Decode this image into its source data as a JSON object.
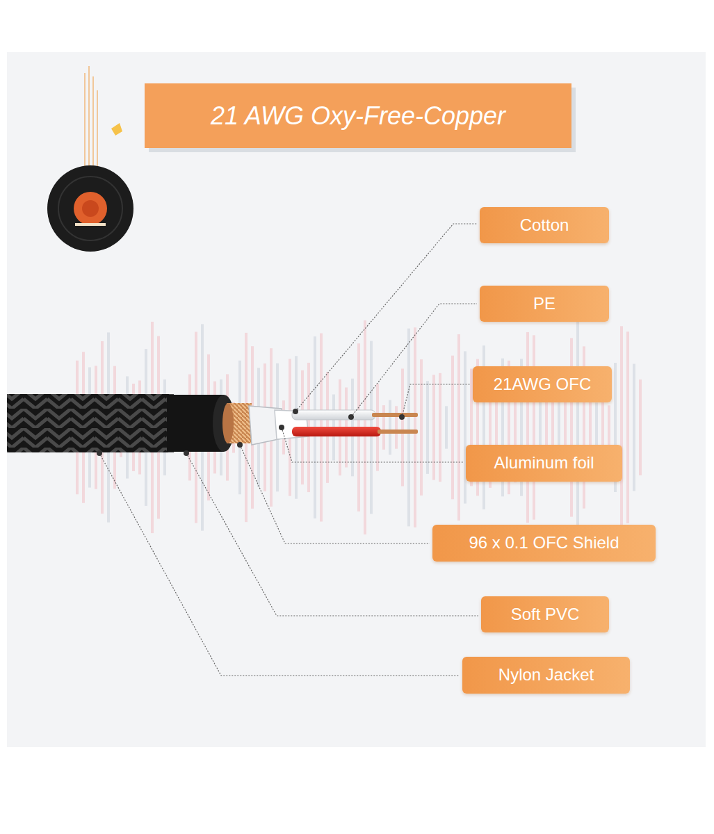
{
  "diagram": {
    "title": "21 AWG Oxy-Free-Copper",
    "nodes": [
      {
        "text": [
          "Cotton"
        ]
      },
      {
        "text": [
          "PE"
        ]
      },
      {
        "text": [
          "21AWG OFC"
        ]
      },
      {
        "text": [
          "Aluminum foil"
        ]
      },
      {
        "text": [
          "96 x 0.1 OFC Shield"
        ]
      },
      {
        "text": [
          "Soft PVC"
        ]
      },
      {
        "text": [
          "Nylon Jacket"
        ]
      }
    ],
    "edges": []
  }
}
